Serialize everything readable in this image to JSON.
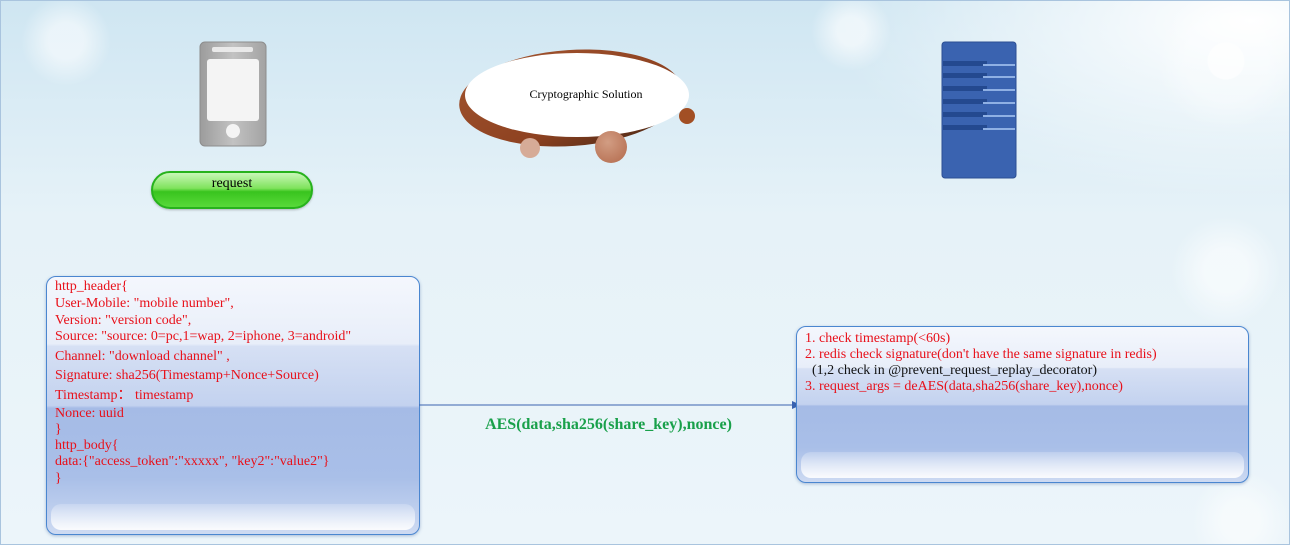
{
  "client": {
    "device_icon": "smartphone-icon",
    "request_label": "request"
  },
  "crypto": {
    "icon": "thought-bubble-icon",
    "label": "Cryptographic Solution"
  },
  "server": {
    "icon": "server-rack-icon"
  },
  "request_box": {
    "lines": [
      "http_header{",
      "User-Mobile: \"mobile number\",",
      "Version: \"version code\",",
      "Source: \"source: 0=pc,1=wap, 2=iphone, 3=android\"",
      "Channel: \"download channel\" ,",
      "Signature: sha256(Timestamp+Nonce+Source)",
      "Timestamp： timestamp",
      "Nonce: uuid",
      "}",
      "http_body{",
      "data:{\"access_token\":\"xxxxx\", \"key2\":\"value2\"}",
      "}"
    ]
  },
  "arrow": {
    "label": "AES(data,sha256(share_key),nonce)"
  },
  "server_box": {
    "lines": [
      "1. check timestamp(<60s)",
      "2. redis check signature(don't have the same signature in redis)",
      "  (1,2 check in @prevent_request_replay_decorator)",
      "3. request_args = deAES(data,sha256(share_key),nonce)"
    ]
  },
  "colors": {
    "code_text": "#e8101a",
    "arrow_label": "#19a04a",
    "server_blue": "#3a63b0",
    "button_green": "#39c41e",
    "crypto_brown": "#9a4a26"
  }
}
